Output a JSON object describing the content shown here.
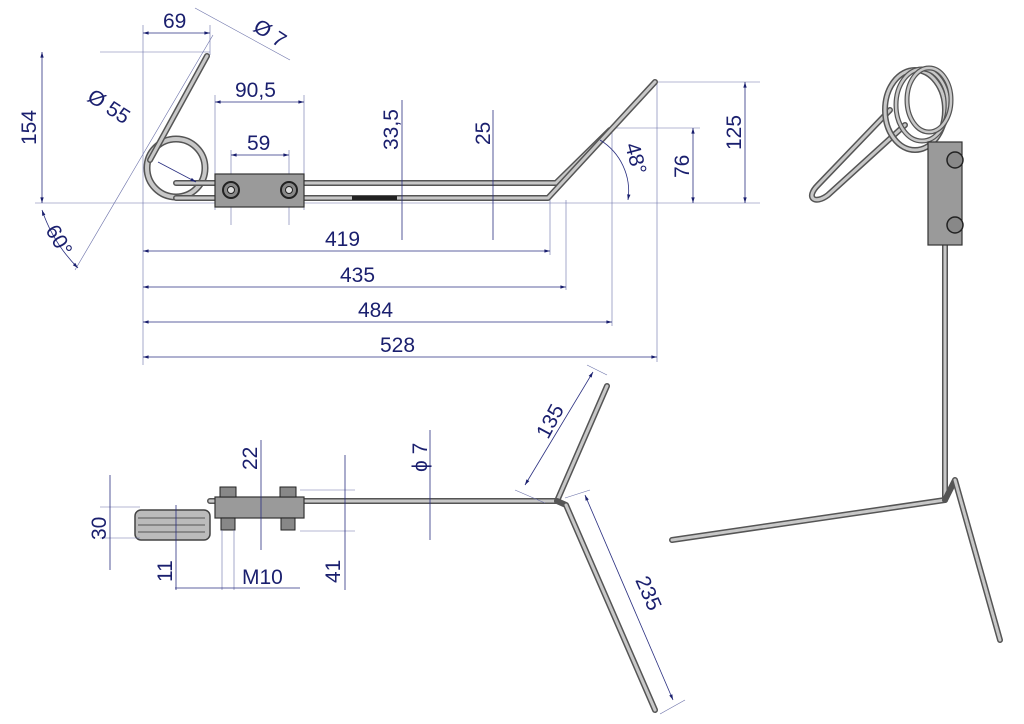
{
  "top_view": {
    "dims": {
      "d69": "69",
      "wire_dia": "Ø 7",
      "d154": "154",
      "loop_dia": "Ø 55",
      "angle60": "60°",
      "clamp_len": "90,5",
      "bolt_spacing": "59",
      "d33_5": "33,5",
      "d25": "25",
      "angle48": "48°",
      "d76": "76",
      "d125": "125",
      "d419": "419",
      "d435": "435",
      "d484": "484",
      "d528": "528"
    }
  },
  "side_view": {
    "dims": {
      "d30": "30",
      "d11": "11",
      "d22": "22",
      "bolt": "M10",
      "d41": "41",
      "wire_dia": "ϕ 7",
      "d135": "135",
      "d235": "235"
    }
  },
  "colors": {
    "dimension": "#1a1f6e",
    "steel": "#9a9a9a"
  }
}
